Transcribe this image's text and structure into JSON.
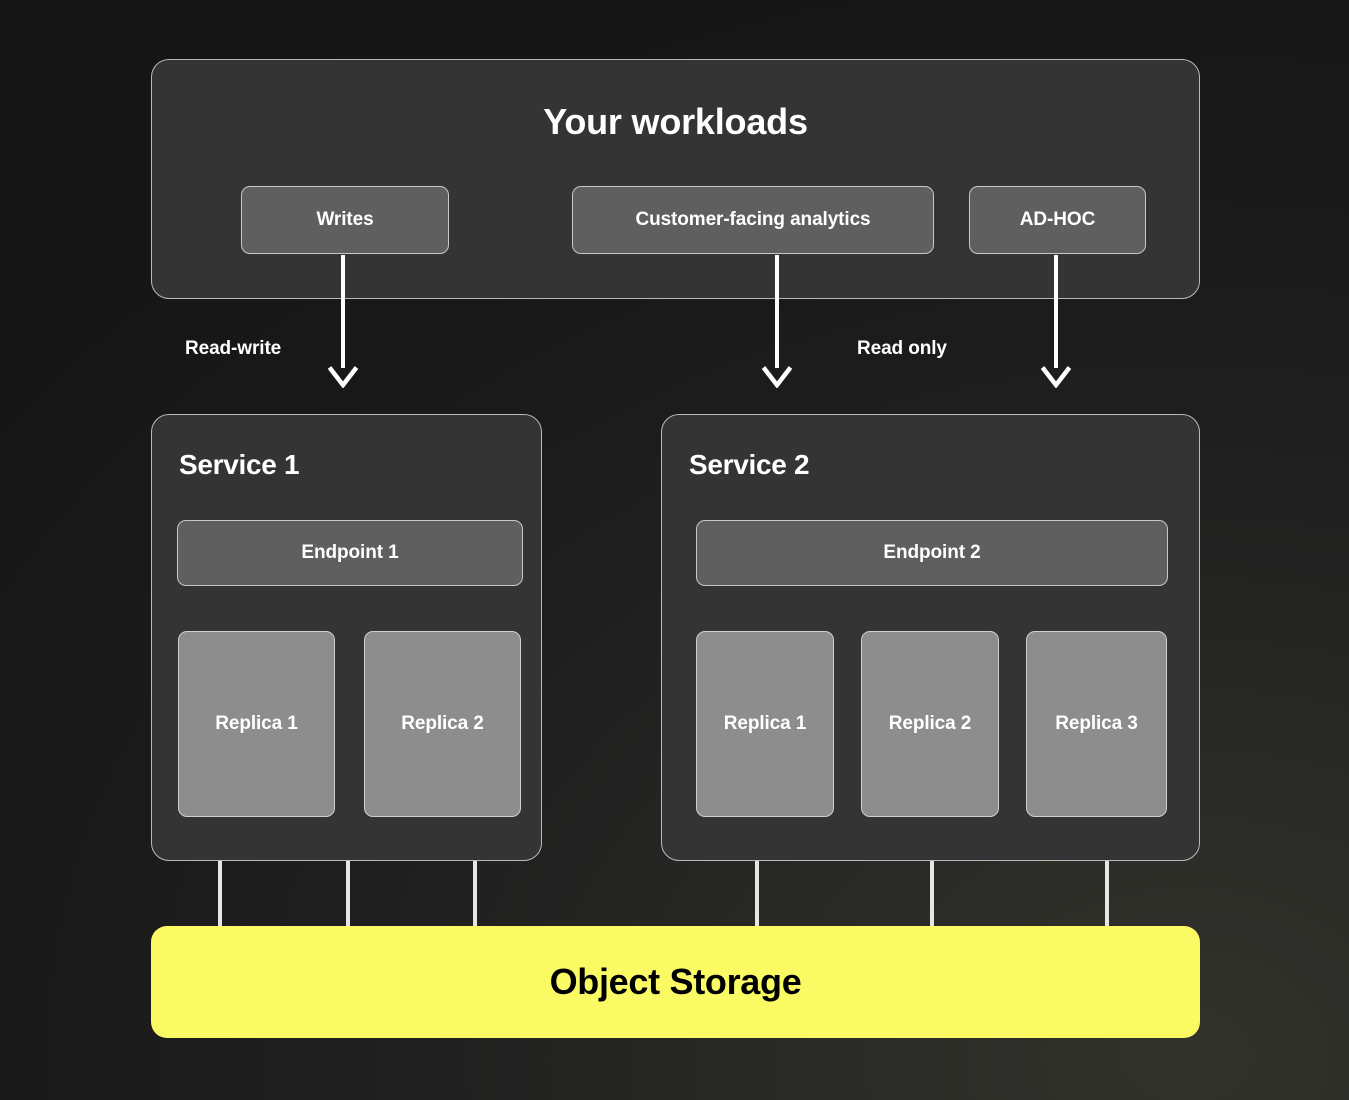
{
  "diagram": {
    "title": "Your workloads",
    "background_color": "#181818",
    "panel_color": "#343434",
    "chip_color": "#5f5f5f",
    "replica_color": "#8d8d8d",
    "border_color": "#b9b9b9",
    "accent_color": "#fafa64",
    "text_color": "#ffffff"
  },
  "workloads": {
    "title": "Your workloads",
    "chips": [
      {
        "label": "Writes"
      },
      {
        "label": "Customer-facing analytics"
      },
      {
        "label": "AD-HOC"
      }
    ]
  },
  "flows": [
    {
      "label": "Read-write"
    },
    {
      "label": "Read only"
    }
  ],
  "services": [
    {
      "title": "Service 1",
      "endpoint": "Endpoint 1",
      "replicas": [
        {
          "label": "Replica 1"
        },
        {
          "label": "Replica 2"
        }
      ]
    },
    {
      "title": "Service 2",
      "endpoint": "Endpoint 2",
      "replicas": [
        {
          "label": "Replica 1"
        },
        {
          "label": "Replica 2"
        },
        {
          "label": "Replica 3"
        }
      ]
    }
  ],
  "storage": {
    "label": "Object Storage",
    "color": "#fafa64"
  }
}
